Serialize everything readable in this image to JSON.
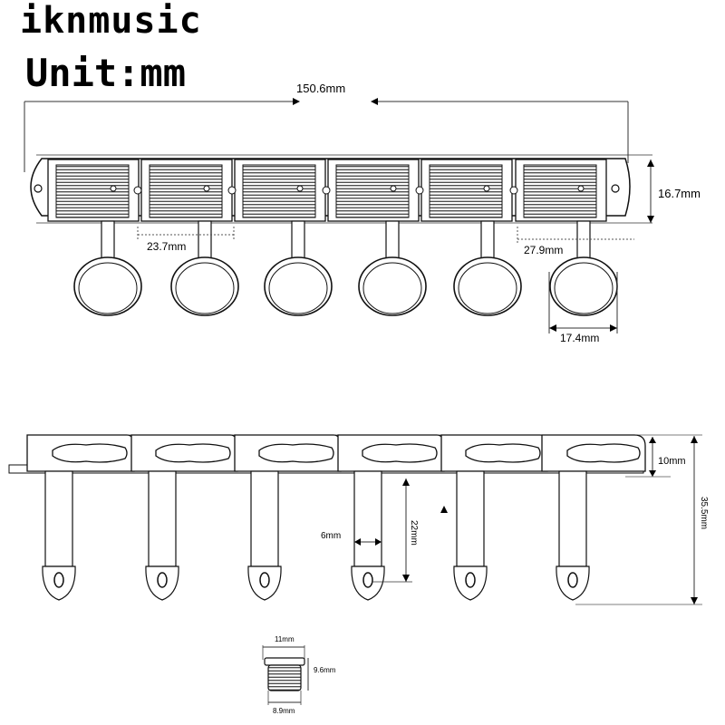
{
  "header": {
    "brand": "iknmusic",
    "unit": "Unit:mm"
  },
  "dimensions": {
    "total_width": "150.6mm",
    "plate_height": "16.7mm",
    "spacing_left": "23.7mm",
    "spacing_right": "27.9mm",
    "button_width": "17.4mm",
    "side_height": "10mm",
    "total_height": "35.5mm",
    "post_length": "22mm",
    "post_diameter": "6mm",
    "bushing_top": "11mm",
    "bushing_height": "9.6mm",
    "bushing_bottom": "8.9mm"
  },
  "tuner_count": 6
}
